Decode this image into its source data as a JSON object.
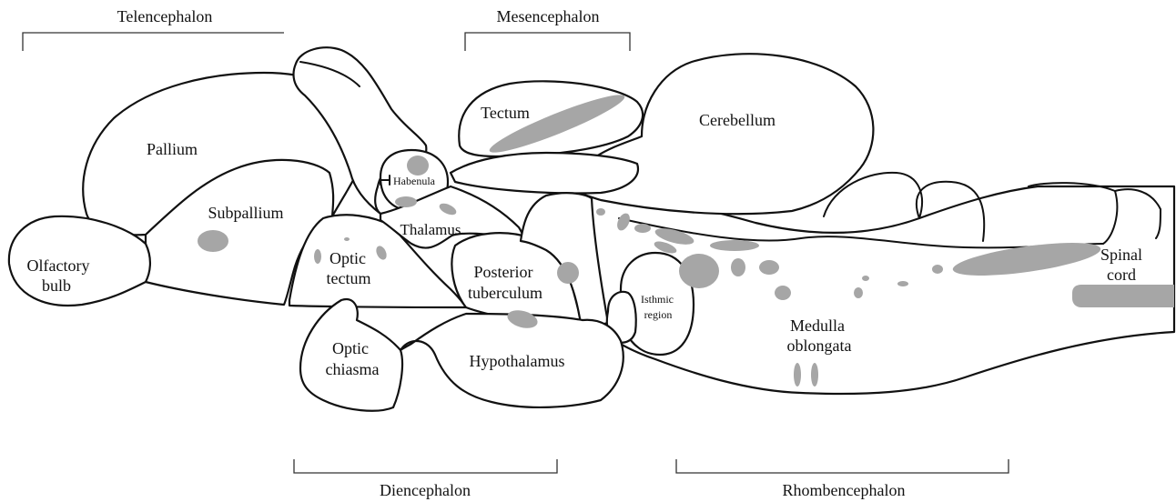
{
  "divisions": {
    "telencephalon": "Telencephalon",
    "mesencephalon": "Mesencephalon",
    "diencephalon": "Diencephalon",
    "rhombencephalon": "Rhombencephalon"
  },
  "regions": {
    "pallium": "Pallium",
    "subpallium": "Subpallium",
    "olfactory_bulb_1": "Olfactory",
    "olfactory_bulb_2": "bulb",
    "habenula": "Habenula",
    "thalamus": "Thalamus",
    "optic_tectum_1": "Optic",
    "optic_tectum_2": "tectum",
    "tectum": "Tectum",
    "cerebellum": "Cerebellum",
    "posterior_tuberculum_1": "Posterior",
    "posterior_tuberculum_2": "tuberculum",
    "isthmic_region_1": "Isthmic",
    "isthmic_region_2": "region",
    "optic_chiasma_1": "Optic",
    "optic_chiasma_2": "chiasma",
    "hypothalamus": "Hypothalamus",
    "medulla_oblongata_1": "Medulla",
    "medulla_oblongata_2": "oblongata",
    "spinal_cord_1": "Spinal",
    "spinal_cord_2": "cord"
  },
  "colors": {
    "outline": "#111111",
    "spot": "#a6a6a6",
    "background": "#ffffff"
  }
}
